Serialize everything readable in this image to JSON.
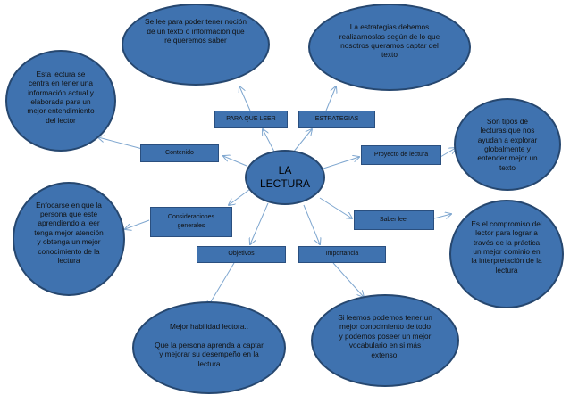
{
  "center": "LA\nLECTURA",
  "labels": {
    "para_que_leer": "PARA QUE LEER",
    "estrategias": "ESTRATEGIAS",
    "contenido": "Contenido",
    "proyecto": "Proyecto de lectura",
    "consideraciones": "Consideraciones\ngenerales",
    "saber_leer": "Saber leer",
    "objetivos": "Objetivos",
    "importancia": "Importancia"
  },
  "notes": {
    "para_que_leer": "Se lee para poder tener noción\nde un texto  o información  que\nre queremos saber",
    "estrategias": "La estrategias debemos\nrealizarnoslas según  de lo que\nnosotros queramos captar del\ntexto",
    "contenido": "Esta lectura se\ncentra en tener una\ninformación actual y\nelaborada para un\nmejor entendimiento\ndel lector",
    "proyecto": "Son tipos de\nlecturas que nos\nayudan a explorar\nglobalmente  y\nentender mejor un\ntexto",
    "consideraciones": "Enfocarse en que la\npersona que este\naprendiendo a leer\ntenga mejor  atención\ny obtenga un mejor\nconocimiento de la\nlectura",
    "saber_leer": "Es el compromiso del\nlector para lograr a\ntravés de la práctica\nun mejor dominio en\nla interpretación de la\nlectura",
    "objetivos": "Mejor habilidad lectora..\n\nQue la persona aprenda a captar\ny mejorar su desempeño en la\nlectura",
    "importancia": "Si leemos podemos tener un\nmejor conocimiento de todo\ny podemos poseer un mejor\nvocabulario en si más\nextenso."
  },
  "colors": {
    "fill": "#3f72af",
    "stroke": "#26476f",
    "arrow": "#7ea6cf"
  }
}
